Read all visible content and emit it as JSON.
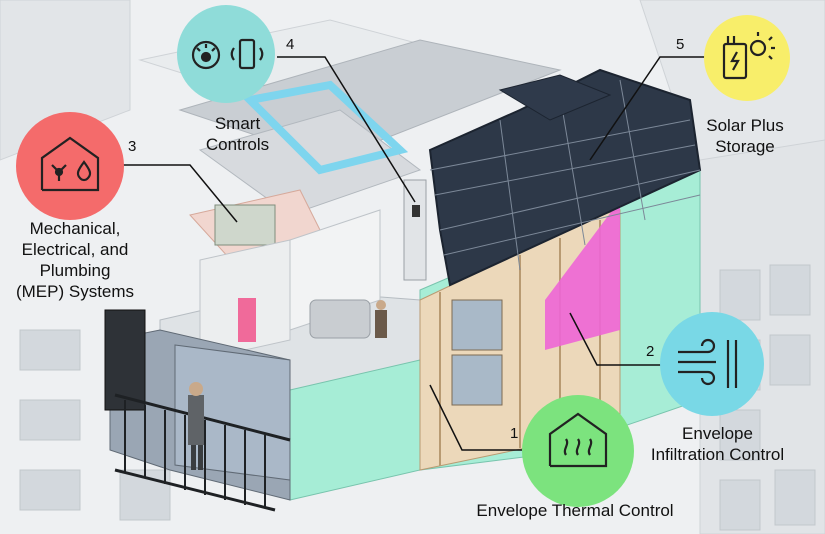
{
  "callouts": [
    {
      "number": "1",
      "label": "Envelope Thermal Control",
      "icon": "house-heat-icon",
      "color": "#7ce37e"
    },
    {
      "number": "2",
      "label": "Envelope\nInfiltration Control",
      "icon": "wind-wall-icon",
      "color": "#79d8e6"
    },
    {
      "number": "3",
      "label": "Mechanical,\nElectrical, and\nPlumbing\n(MEP) Systems",
      "icon": "house-fan-drop-icon",
      "color": "#f46b6b"
    },
    {
      "number": "4",
      "label": "Smart\nControls",
      "icon": "thermostat-phone-icon",
      "color": "#8fdcd9"
    },
    {
      "number": "5",
      "label": "Solar Plus\nStorage",
      "icon": "solar-battery-icon",
      "color": "#f8ee6a"
    }
  ]
}
